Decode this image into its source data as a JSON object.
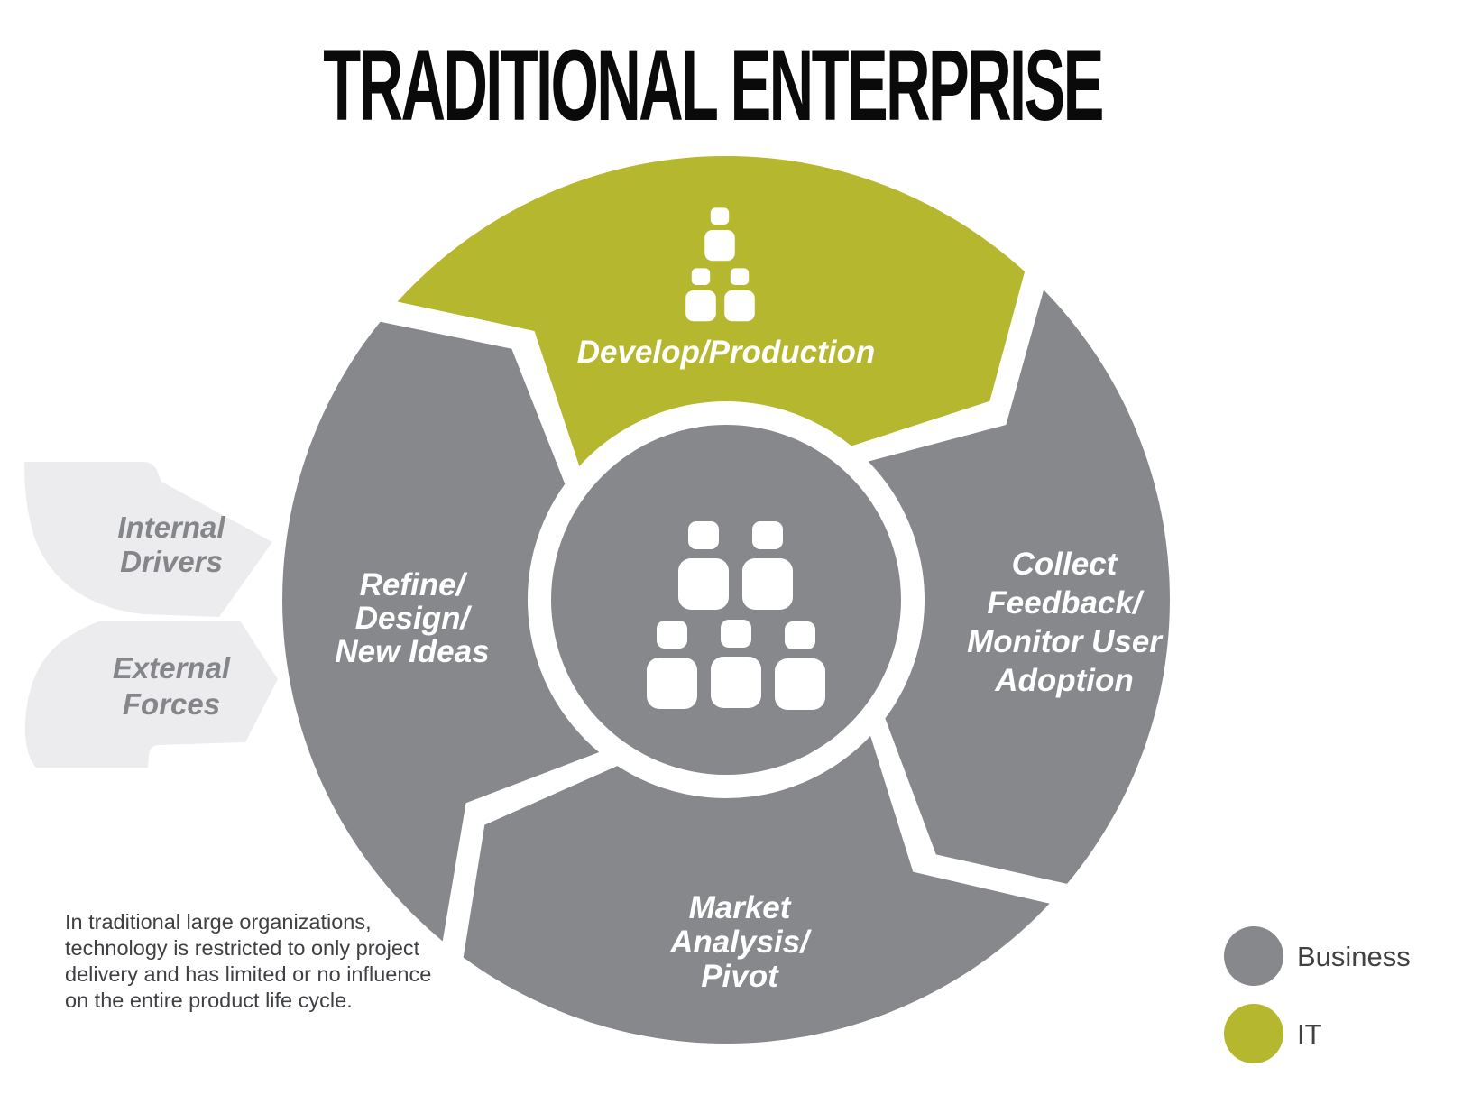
{
  "title": "TRADITIONAL ENTERPRISE",
  "diagram": {
    "center_icon": "people-group-icon",
    "segments": [
      {
        "id": "develop-production",
        "label": "Develop/Production",
        "lines": [
          "Develop/Production"
        ],
        "color": "#b5b72e",
        "category": "IT",
        "position": "top"
      },
      {
        "id": "collect-feedback",
        "label": "Collect Feedback/ Monitor User Adoption",
        "lines": [
          "Collect",
          "Feedback/",
          "Monitor User",
          "Adoption"
        ],
        "color": "#87888c",
        "category": "Business",
        "position": "right"
      },
      {
        "id": "market-analysis",
        "label": "Market Analysis/ Pivot",
        "lines": [
          "Market",
          "Analysis/",
          "Pivot"
        ],
        "color": "#87888c",
        "category": "Business",
        "position": "bottom"
      },
      {
        "id": "refine-design",
        "label": "Refine/ Design/ New Ideas",
        "lines": [
          "Refine/",
          "Design/",
          "New Ideas"
        ],
        "color": "#87888c",
        "category": "Business",
        "position": "left"
      }
    ],
    "inputs": [
      {
        "id": "internal-drivers",
        "lines": [
          "Internal",
          "Drivers"
        ]
      },
      {
        "id": "external-forces",
        "lines": [
          "External",
          "Forces"
        ]
      }
    ]
  },
  "note_lines": [
    "In traditional large organizations,",
    "technology is restricted to only project",
    "delivery and has limited or no influence",
    "on the entire product life cycle."
  ],
  "legend": [
    {
      "label": "Business",
      "color": "#87888c"
    },
    {
      "label": "IT",
      "color": "#b5b72e"
    }
  ],
  "colors": {
    "it_olive": "#b5b72e",
    "business_gray": "#87888c",
    "arrow_fill": "#ececee",
    "arrow_text": "#85868a",
    "text_dark": "#3f4043",
    "icon_white": "#ffffff"
  }
}
